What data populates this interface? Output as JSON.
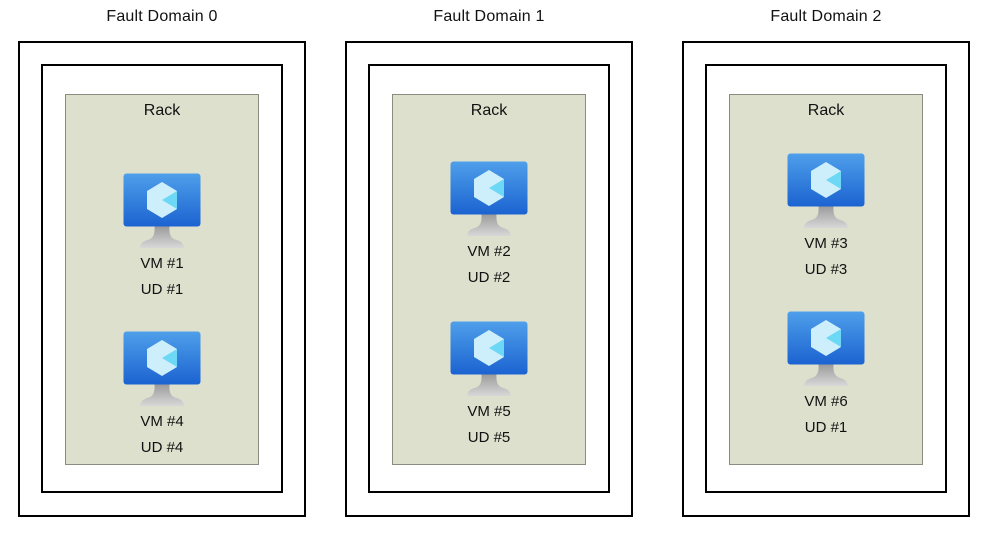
{
  "domains": [
    {
      "title": "Fault Domain 0",
      "rack": {
        "label": "Rack",
        "vms": [
          {
            "name": "VM #1",
            "update_domain": "UD #1"
          },
          {
            "name": "VM #4",
            "update_domain": "UD #4"
          }
        ]
      }
    },
    {
      "title": "Fault Domain 1",
      "rack": {
        "label": "Rack",
        "vms": [
          {
            "name": "VM #2",
            "update_domain": "UD #2"
          },
          {
            "name": "VM #5",
            "update_domain": "UD #5"
          }
        ]
      }
    },
    {
      "title": "Fault Domain 2",
      "rack": {
        "label": "Rack",
        "vms": [
          {
            "name": "VM #3",
            "update_domain": "UD #3"
          },
          {
            "name": "VM #6",
            "update_domain": "UD #1"
          }
        ]
      }
    }
  ],
  "icons": {
    "vm": "azure-virtual-machine-icon"
  },
  "colors": {
    "box_border": "#000000",
    "rack_background": "#dee0ce",
    "rack_border": "#8b8b80",
    "vm_screen_top": "#4f9fea",
    "vm_screen_bottom": "#1b63d1",
    "vm_cube_body": "#cdeffb",
    "vm_cube_wedge": "#6cd8f6",
    "vm_stand_top": "#9a9a9a",
    "vm_stand_bottom": "#d8d8d8",
    "text": "#111111"
  }
}
